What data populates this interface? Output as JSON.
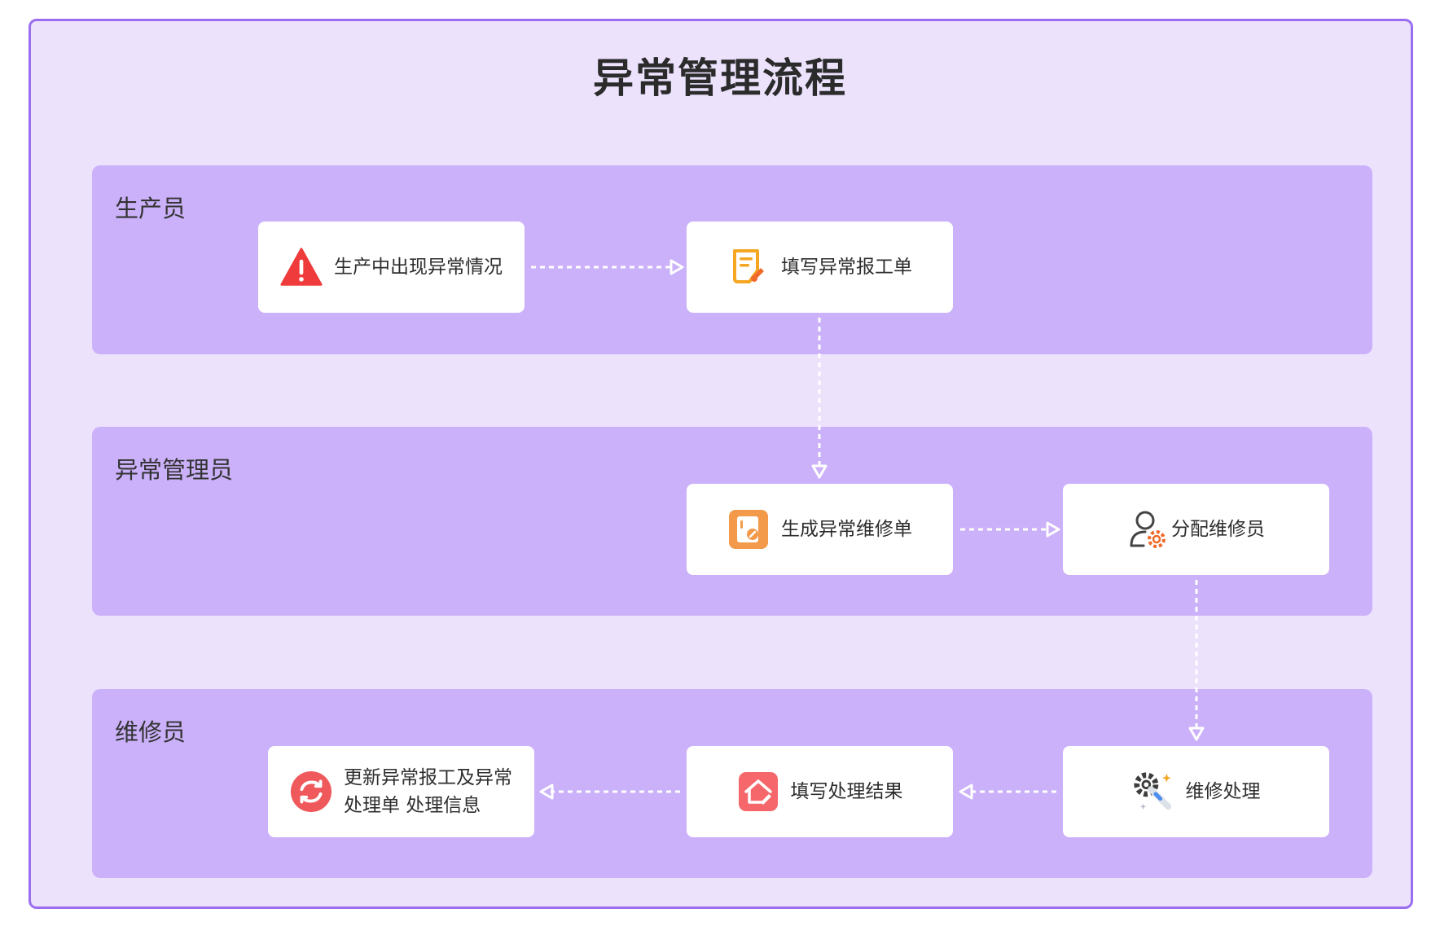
{
  "title": "异常管理流程",
  "lanes": [
    {
      "label": "生产员"
    },
    {
      "label": "异常管理员"
    },
    {
      "label": "维修员"
    }
  ],
  "steps": {
    "s1": {
      "label": "生产中出现异常情况",
      "icon": "warning-icon"
    },
    "s2": {
      "label": "填写异常报工单",
      "icon": "form-edit-icon"
    },
    "s3": {
      "label": "生成异常维修单",
      "icon": "repair-order-icon"
    },
    "s4": {
      "label": "分配维修员",
      "icon": "user-gear-icon"
    },
    "s5": {
      "label": "维修处理",
      "icon": "gear-wrench-icon"
    },
    "s6": {
      "label": "填写处理结果",
      "icon": "home-edit-icon"
    },
    "s7": {
      "line1": "更新异常报工及异常",
      "line2": "处理单 处理信息",
      "icon": "refresh-icon"
    }
  },
  "colors": {
    "frame_bg": "#ece2fc",
    "frame_border": "#9b6ef0",
    "lane_bg": "#cbb1fa",
    "card_bg": "#ffffff",
    "arrow": "#ffffff"
  }
}
